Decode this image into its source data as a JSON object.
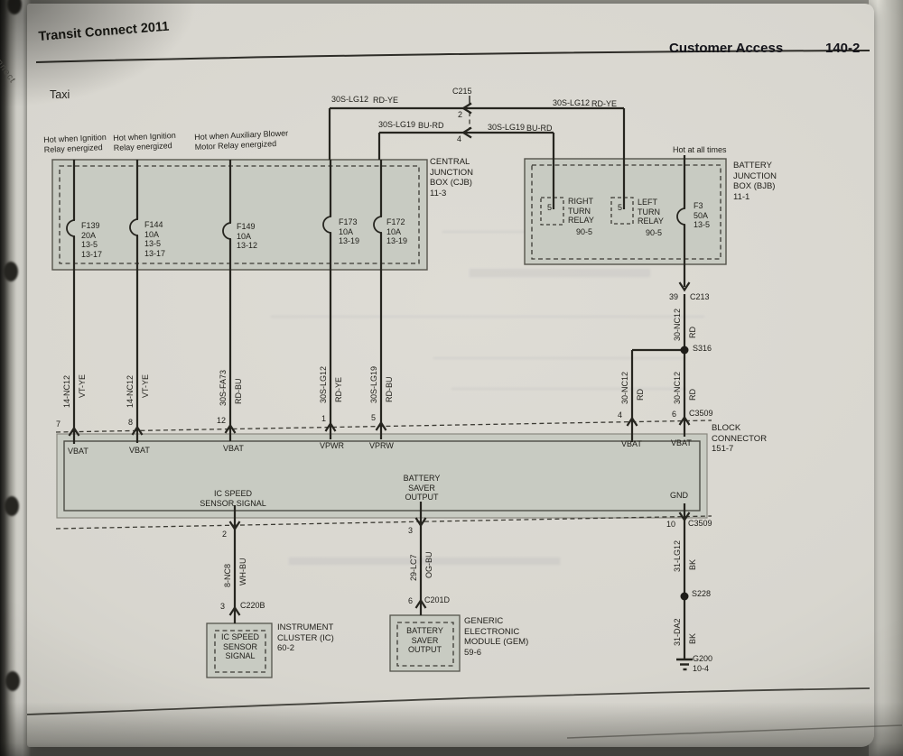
{
  "header": {
    "title": "Transit Connect 2011",
    "section": "Customer Access",
    "page": "140-2"
  },
  "subtitle": "Taxi",
  "edge_text": "Connect",
  "hot_labels": [
    {
      "l1": "Hot when Ignition",
      "l2": "Relay energized"
    },
    {
      "l1": "Hot when Ignition",
      "l2": "Relay energized"
    },
    {
      "l1": "Hot when Auxiliary Blower",
      "l2": "Motor Relay energized"
    }
  ],
  "hot_all_times": "Hot at all times",
  "cjb": {
    "name": [
      "CENTRAL",
      "JUNCTION",
      "BOX (CJB)",
      "11-3"
    ],
    "fuses": [
      {
        "id": "F139",
        "amp": "20A",
        "ref1": "13-5",
        "ref2": "13-17"
      },
      {
        "id": "F144",
        "amp": "10A",
        "ref1": "13-5",
        "ref2": "13-17"
      },
      {
        "id": "F149",
        "amp": "10A",
        "ref1": "13-12",
        "ref2": ""
      },
      {
        "id": "F173",
        "amp": "10A",
        "ref1": "13-19",
        "ref2": ""
      },
      {
        "id": "F172",
        "amp": "10A",
        "ref1": "13-19",
        "ref2": ""
      }
    ]
  },
  "bjb": {
    "name": [
      "BATTERY",
      "JUNCTION",
      "BOX (BJB)",
      "11-1"
    ],
    "relays": [
      {
        "pin": "5",
        "n1": "RIGHT",
        "n2": "TURN",
        "n3": "RELAY",
        "ref": "90-5"
      },
      {
        "pin": "5",
        "n1": "LEFT",
        "n2": "TURN",
        "n3": "RELAY",
        "ref": "90-5"
      }
    ],
    "fuse": {
      "id": "F3",
      "amp": "50A",
      "ref": "13-5"
    }
  },
  "c215": {
    "name": "C215",
    "pin_top": "2",
    "pin_bottom": "4"
  },
  "rails": {
    "lg12_left": {
      "c": "30S-LG12",
      "col": "RD-YE"
    },
    "lg12_right": {
      "c": "30S-LG12",
      "col": "RD-YE"
    },
    "lg19_left": {
      "c": "30S-LG19",
      "col": "BU-RD"
    },
    "lg19_right": {
      "c": "30S-LG19",
      "col": "BU-RD"
    }
  },
  "wires": {
    "w1": {
      "c": "14-NC12",
      "col": "VT-YE",
      "pin": "7"
    },
    "w2": {
      "c": "14-NC12",
      "col": "VT-YE",
      "pin": "8"
    },
    "w3": {
      "c": "30S-FA73",
      "col": "RD-BU",
      "pin": "12"
    },
    "w4": {
      "c": "30S-LG12",
      "col": "RD-YE",
      "pin": "1"
    },
    "w5": {
      "c": "30S-LG19",
      "col": "RD-BU",
      "pin": "5"
    },
    "c213_seg": {
      "c": "30-NC12",
      "col": "RD"
    },
    "branch": {
      "c": "30-NC12",
      "col": "RD",
      "pin": "4"
    },
    "main": {
      "c": "30-NC12",
      "col": "RD",
      "pin": "6"
    },
    "ic": {
      "c": "8-NC8",
      "col": "WH-BU"
    },
    "gem": {
      "c": "29-LC7",
      "col": "OG-BU"
    },
    "gnd_upper": {
      "c": "31-LG12",
      "col": "BK"
    },
    "gnd_lower": {
      "c": "31-DA2",
      "col": "BK"
    }
  },
  "connectors": {
    "c213": {
      "name": "C213",
      "pin": "39"
    },
    "c3509_top": "C3509",
    "c3509_bottom": {
      "name": "C3509",
      "pin": "10"
    },
    "c220b": {
      "name": "C220B",
      "pin": "3"
    },
    "c201d": {
      "name": "C201D",
      "pin": "6"
    }
  },
  "splices": {
    "s316": "S316",
    "s228": "S228"
  },
  "ground": {
    "name": "G200",
    "ref": "10-4"
  },
  "block": {
    "name": [
      "BLOCK",
      "CONNECTOR",
      "151-7"
    ],
    "top_labels": [
      "VBAT",
      "VBAT",
      "VBAT",
      "VPWR",
      "VPRW",
      "VBAT",
      "VBAT"
    ],
    "gnd": "GND",
    "ic_signal": [
      "IC SPEED",
      "SENSOR SIGNAL"
    ],
    "saver_signal": [
      "BATTERY",
      "SAVER",
      "OUTPUT"
    ],
    "pin2": "2",
    "pin3": "3",
    "pin10": "10"
  },
  "components": {
    "ic": {
      "signal": [
        "IC SPEED",
        "SENSOR",
        "SIGNAL"
      ],
      "name": [
        "INSTRUMENT",
        "CLUSTER (IC)",
        "60-2"
      ]
    },
    "gem": {
      "signal": [
        "BATTERY",
        "SAVER",
        "OUTPUT"
      ],
      "name": [
        "GENERIC",
        "ELECTRONIC",
        "MODULE (GEM)",
        "59-6"
      ]
    }
  },
  "colors": {
    "paper": "#d8d6cf",
    "box_fill": "#c8cbc2",
    "wire": "#26251f",
    "text": "#21201b"
  }
}
